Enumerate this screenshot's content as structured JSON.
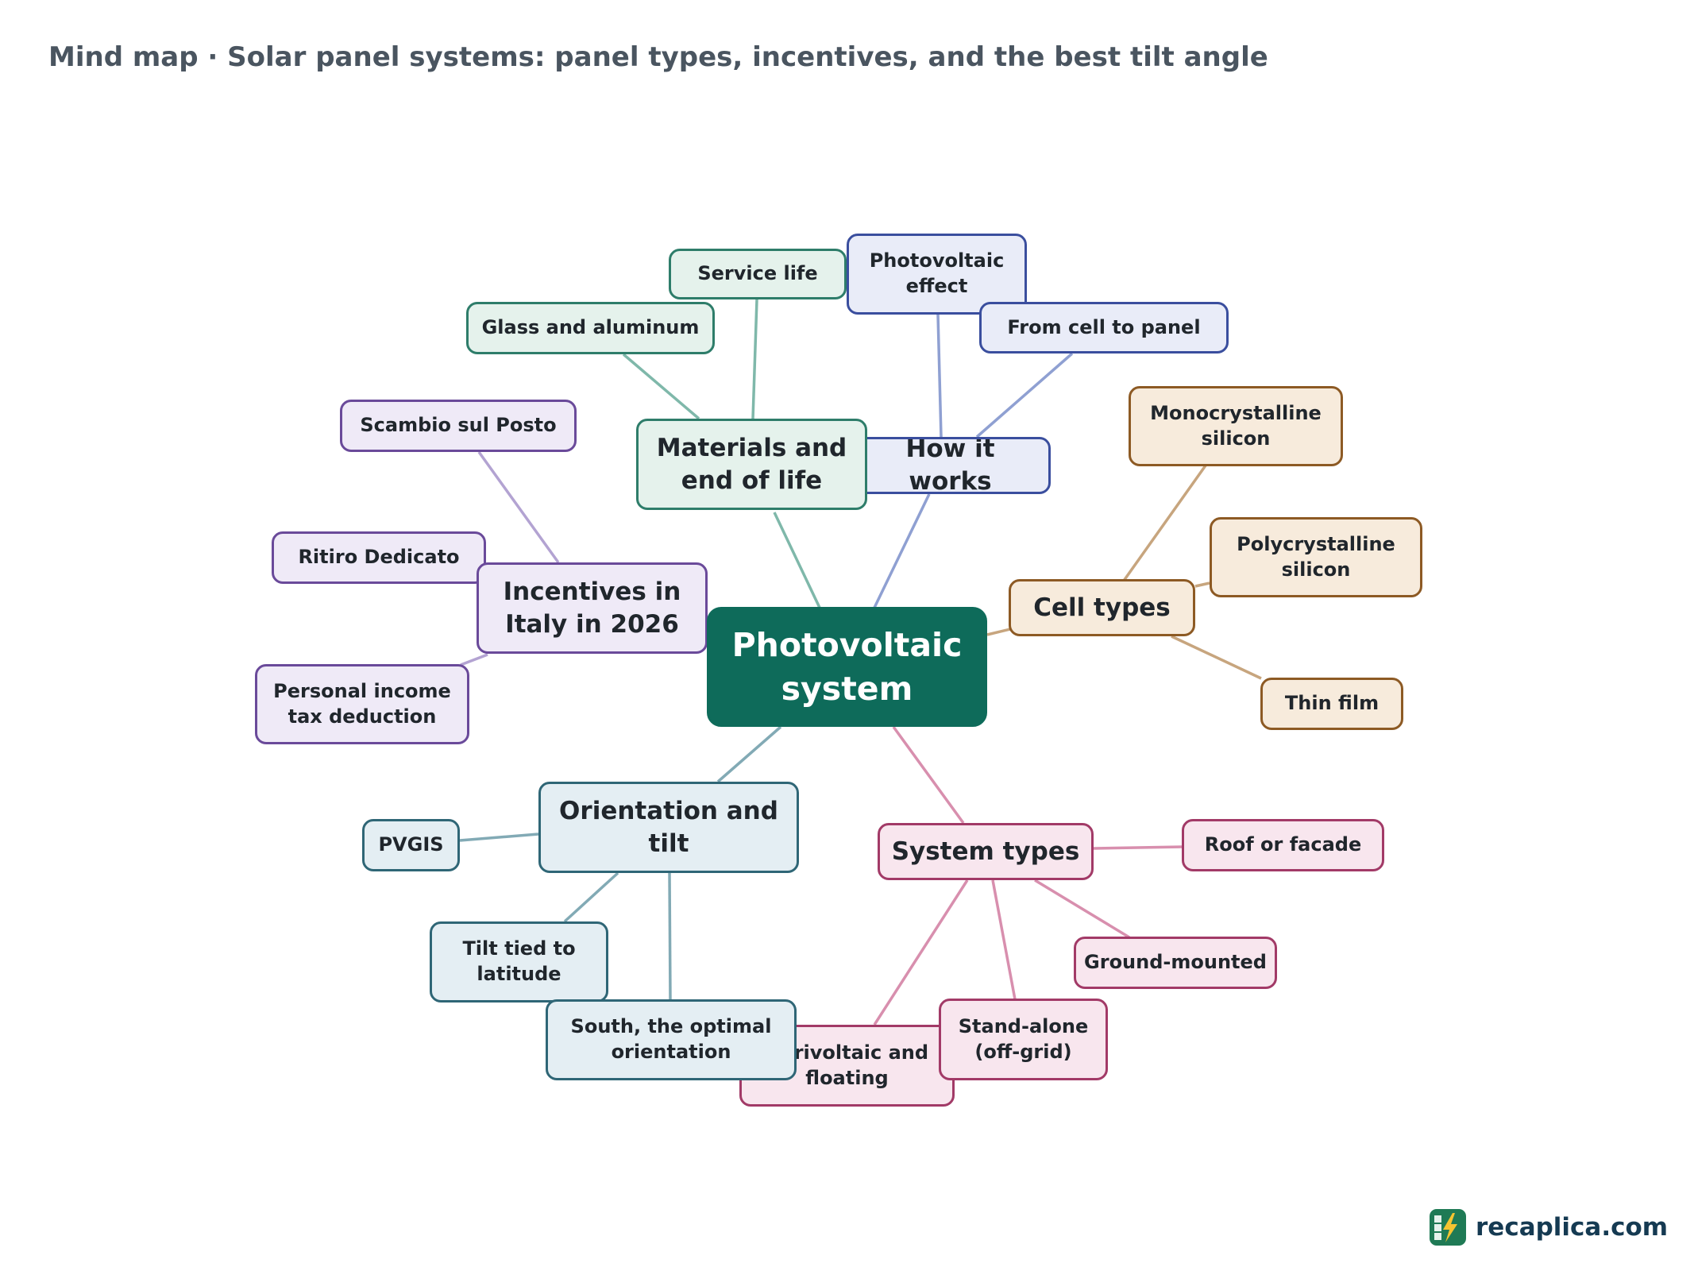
{
  "title": "Mind map · Solar panel systems: panel types, incentives, and the best tilt angle",
  "root": {
    "label": "Photovoltaic\nsystem"
  },
  "branches": {
    "materials": {
      "label": "Materials and\nend of life",
      "children": [
        "Service life",
        "Glass and aluminum"
      ]
    },
    "how": {
      "label": "How it works",
      "children": [
        "Photovoltaic\neffect",
        "From cell to panel"
      ]
    },
    "cells": {
      "label": "Cell types",
      "children": [
        "Monocrystalline\nsilicon",
        "Polycrystalline\nsilicon",
        "Thin film"
      ]
    },
    "incentives": {
      "label": "Incentives in\nItaly in 2026",
      "children": [
        "Scambio sul Posto",
        "Ritiro Dedicato",
        "Personal income\ntax deduction"
      ]
    },
    "orientation": {
      "label": "Orientation and\ntilt",
      "children": [
        "PVGIS",
        "Tilt tied to\nlatitude",
        "South, the optimal\norientation"
      ]
    },
    "systems": {
      "label": "System types",
      "children": [
        "Roof or facade",
        "Ground-mounted",
        "Stand-alone\n(off-grid)",
        "Agrivoltaic and\nfloating"
      ]
    }
  },
  "colors": {
    "root": "#0e6b5a",
    "materials": "#2e7d6a",
    "how": "#3a4e9e",
    "cells": "#8d5a24",
    "incentives": "#6a4a9a",
    "orientation": "#2f6676",
    "systems": "#a23a67"
  },
  "brand": {
    "name": "recaplica.com",
    "icon": "solar-bolt-icon"
  }
}
